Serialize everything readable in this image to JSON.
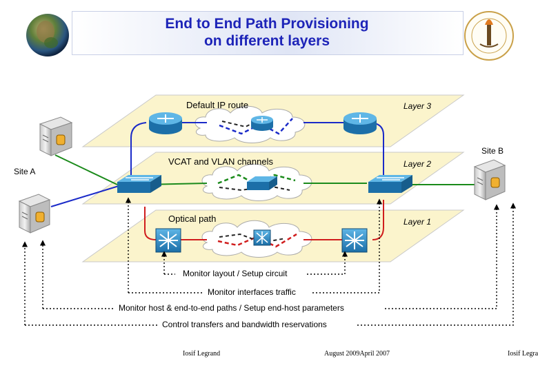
{
  "header": {
    "title_line1": "End to End Path Provisioning",
    "title_line2": "on different layers"
  },
  "layers": {
    "l3": {
      "caption": "Default IP route",
      "name": "Layer 3"
    },
    "l2": {
      "caption": "VCAT and VLAN channels",
      "name": "Layer 2"
    },
    "l1": {
      "caption": "Optical path",
      "name": "Layer 1"
    }
  },
  "sites": {
    "a": "Site A",
    "b": "Site B"
  },
  "monitor": [
    "Monitor layout / Setup circuit",
    "Monitor interfaces traffic",
    "Monitor host & end-to-end paths / Setup end-host parameters",
    "Control transfers and bandwidth reservations"
  ],
  "footer": {
    "author_left": "Iosif Legrand",
    "date": "August   2009April 2007",
    "author_right": "Iosif Legra"
  },
  "colors": {
    "title": "#1d24b8",
    "plane": "#fbf4cc",
    "ip_path": "#1a2ac8",
    "vlan_path": "#1a8a1a",
    "optical_path": "#d01c1c",
    "device": "#2a8ac0"
  }
}
